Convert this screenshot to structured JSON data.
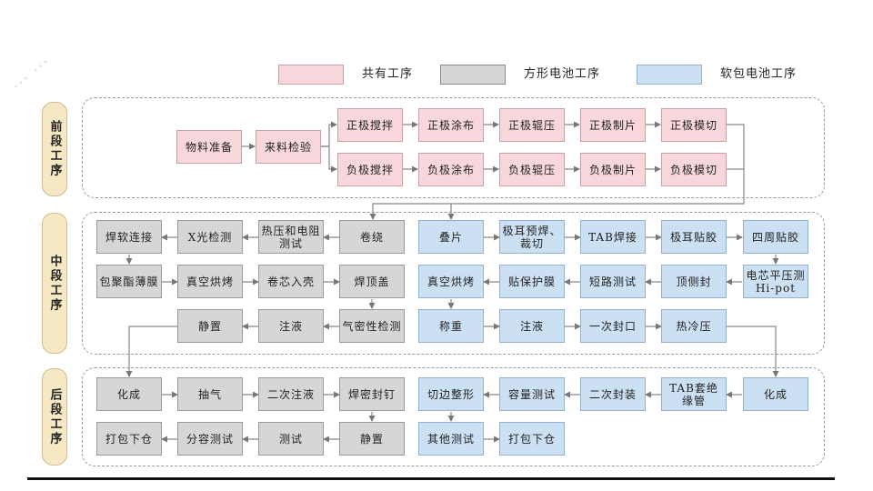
{
  "legend": [
    {
      "label": "共有工序",
      "color": "#f7d7db"
    },
    {
      "label": "方形电池工序",
      "color": "#d6d6d6"
    },
    {
      "label": "软包电池工序",
      "color": "#cce0f4"
    }
  ],
  "sections": {
    "front": "前段工序",
    "middle": "中段工序",
    "back": "后段工序"
  },
  "front": {
    "material_prep": "物料准备",
    "incoming_inspection": "来料检验",
    "positive": [
      "正极搅拌",
      "正极涂布",
      "正极辊压",
      "正极制片",
      "正极模切"
    ],
    "negative": [
      "负极搅拌",
      "负极涂布",
      "负极辊压",
      "负极制片",
      "负极模切"
    ]
  },
  "middle": {
    "square": {
      "row1": [
        "焊软连接",
        "X光检测",
        "热压和电阻测试",
        "卷绕"
      ],
      "row2": [
        "包聚酯薄膜",
        "真空烘烤",
        "卷芯入壳",
        "焊顶盖"
      ],
      "row3": [
        "静置",
        "注液",
        "气密性检测"
      ]
    },
    "pouch": {
      "row1": [
        "叠片",
        "极耳预焊、裁切",
        "TAB焊接",
        "极耳贴胶",
        "四周贴胶"
      ],
      "row2": [
        "真空烘烤",
        "贴保护膜",
        "短路测试",
        "顶侧封",
        "电芯平压测Hi-pot"
      ],
      "row3": [
        "称重",
        "注液",
        "一次封口",
        "热冷压"
      ]
    }
  },
  "back": {
    "square": {
      "row1": [
        "化成",
        "抽气",
        "二次注液",
        "焊密封钉"
      ],
      "row2": [
        "打包下仓",
        "分容测试",
        "测试",
        "静置"
      ]
    },
    "pouch": {
      "row1": [
        "切边整形",
        "容量测试",
        "二次封装",
        "TAB套绝缘管",
        "化成"
      ],
      "row2": [
        "其他测试",
        "打包下仓"
      ]
    }
  }
}
